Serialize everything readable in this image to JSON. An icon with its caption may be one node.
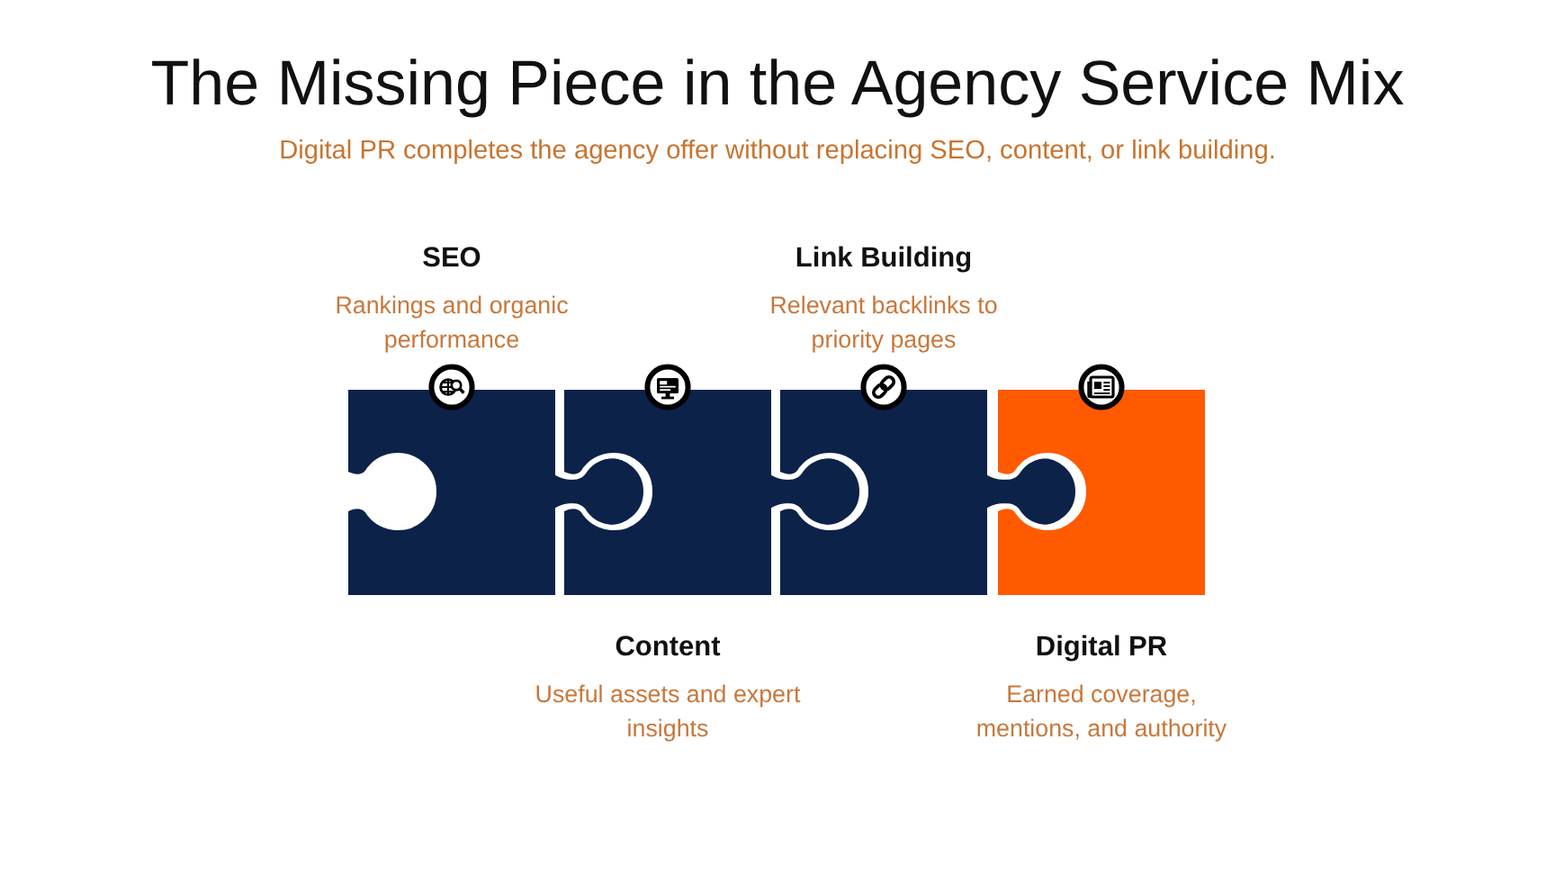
{
  "diagram": {
    "title": "The Missing Piece in the Agency Service Mix",
    "nodes": [
      {
        "text": [
          "SEO",
          "Rankings and organic performance"
        ]
      },
      {
        "text": [
          "Content",
          "Useful assets and expert insights"
        ]
      },
      {
        "text": [
          "Link Building",
          "Relevant backlinks to priority pages"
        ]
      },
      {
        "text": [
          "Digital PR",
          "Earned coverage, mentions, and authority"
        ]
      }
    ],
    "labels": [
      "Digital PR completes the agency offer without replacing SEO, content, or link building."
    ]
  }
}
